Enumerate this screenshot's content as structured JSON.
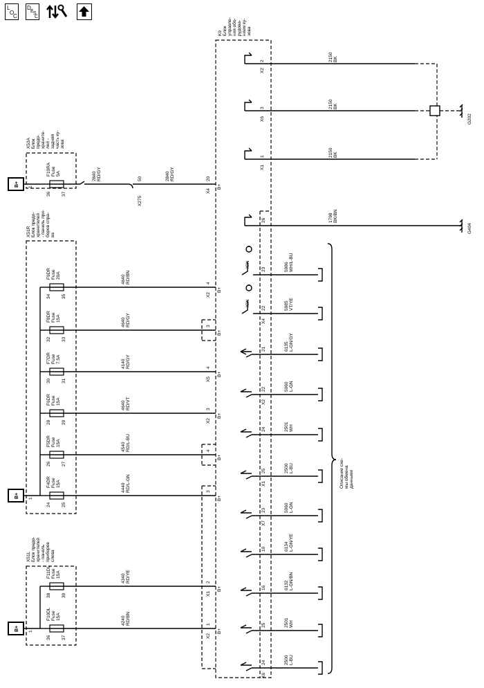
{
  "toolbar": {
    "loc": {
      "a": "L",
      "b": "O",
      "c": "C"
    },
    "desc": {
      "a": "D",
      "b": "E",
      "c": "S",
      "d": "C"
    }
  },
  "supply": "B+",
  "x53a": {
    "l1": "X53A",
    "l2": "Блок",
    "l3": "предо-",
    "l4": "храните-",
    "l5": "лей -",
    "l6": "задняя",
    "l7": "часть ку-",
    "l8": "зова",
    "fuse": {
      "name": "F10RA",
      "type": "Fuse",
      "amp": "5A",
      "top": "36",
      "bot": "37"
    },
    "wire": {
      "num": "2840",
      "color": "RD/GY",
      "splice_pin": "50",
      "splice": "X275",
      "k9_pin": "20",
      "k9_conn": "X4"
    }
  },
  "x51r": {
    "l1": "X51R",
    "l2": "Блок предо-",
    "l3": "хранителей",
    "l4": "- панель при-",
    "l5": "боров спра-",
    "l6": "ва",
    "fuses": [
      {
        "name": "F9DR",
        "type": "Fuse",
        "amp": "20A",
        "top": "34",
        "bot": "35",
        "wire": "4640",
        "color": "RD/BN",
        "pin": "4",
        "conn": "X2"
      },
      {
        "name": "F8DR",
        "type": "Fuse",
        "amp": "15A",
        "top": "32",
        "bot": "33",
        "wire": "4640",
        "color": "RD/GY",
        "pin": "3",
        "conn": ""
      },
      {
        "name": "F7DR",
        "type": "Fuse",
        "amp": "7.5A",
        "top": "30",
        "bot": "31",
        "wire": "4140",
        "color": "RD/GY",
        "pin": "4",
        "conn": "X5"
      },
      {
        "name": "F6DR",
        "type": "Fuse",
        "amp": "15A",
        "top": "28",
        "bot": "29",
        "wire": "4640",
        "color": "RD/VT",
        "pin": "3",
        "conn": "X2"
      },
      {
        "name": "F5DR",
        "type": "Fuse",
        "amp": "15A",
        "top": "26",
        "bot": "27",
        "wire": "4540",
        "color": "RD/L-BU",
        "pin": "4",
        "conn": ""
      },
      {
        "name": "F4DR",
        "type": "Fuse",
        "amp": "15A",
        "top": "24",
        "bot": "25",
        "wire": "4440",
        "color": "RD/L-GN",
        "pin": "3",
        "conn": ""
      }
    ]
  },
  "x51l": {
    "l1": "X51L",
    "l2": "Блок предо-",
    "l3": "хранителей",
    "l4": "- панель",
    "l5": "приборов",
    "l6": "слева",
    "fuses": [
      {
        "name": "F11DL",
        "type": "Fuse",
        "amp": "15A",
        "top": "38",
        "bot": "39",
        "wire": "4340",
        "color": "RD/YE",
        "pin": "2",
        "conn": "X1"
      },
      {
        "name": "F10DL",
        "type": "Fuse",
        "amp": "15A",
        "top": "36",
        "bot": "37",
        "wire": "4240",
        "color": "RD/BN",
        "pin": "1",
        "conn": "X2"
      }
    ]
  },
  "x1pin": "1",
  "k9": {
    "l1": "K9",
    "l2": "Блок",
    "l3": "управле-",
    "l4": "ния обо-",
    "l5": "рудова-",
    "l6": "нием ку-",
    "l7": "зова"
  },
  "grounds": [
    {
      "pin": "2",
      "conn": "X2",
      "wire": "2150",
      "color": "BK"
    },
    {
      "pin": "3",
      "conn": "X6",
      "wire": "2150",
      "color": "BK"
    },
    {
      "pin": "1",
      "conn": "X1",
      "wire": "2150",
      "color": "BK"
    }
  ],
  "g202": "G202",
  "g404": {
    "pin": "26",
    "wire": "1798",
    "color": "BK/BN",
    "ground": "G404"
  },
  "ign": [
    {
      "pin": "23",
      "wire": "5986",
      "color": "WH/L-BU",
      "label": "IGN",
      "conn": ""
    },
    {
      "pin": "22",
      "wire": "5985",
      "color": "VT/YE",
      "label": "IGN",
      "conn": "X4"
    }
  ],
  "data": [
    {
      "pin": "21",
      "wire": "6135",
      "color": "L-GN/GY",
      "conn": ""
    },
    {
      "pin": "22",
      "wire": "5060",
      "color": "L-GN",
      "conn": "X2"
    },
    {
      "pin": "24",
      "wire": "2501",
      "color": "WH",
      "conn": ""
    },
    {
      "pin": "25",
      "wire": "2500",
      "color": "L-BU",
      "conn": "X1"
    },
    {
      "pin": "23",
      "wire": "5060",
      "color": "L-GN",
      "conn": "X7"
    },
    {
      "pin": "10",
      "wire": "6134",
      "color": "L-GN/YE",
      "conn": ""
    },
    {
      "pin": "16",
      "wire": "6132",
      "color": "L-GN/BN",
      "conn": ""
    },
    {
      "pin": "25",
      "wire": "2501",
      "color": "WH",
      "conn": ""
    },
    {
      "pin": "24",
      "wire": "2500",
      "color": "L-BU",
      "conn": "X6"
    }
  ],
  "datanote": {
    "l1": "Описание схе-",
    "l2": "мы обмена",
    "l3": "данными"
  }
}
